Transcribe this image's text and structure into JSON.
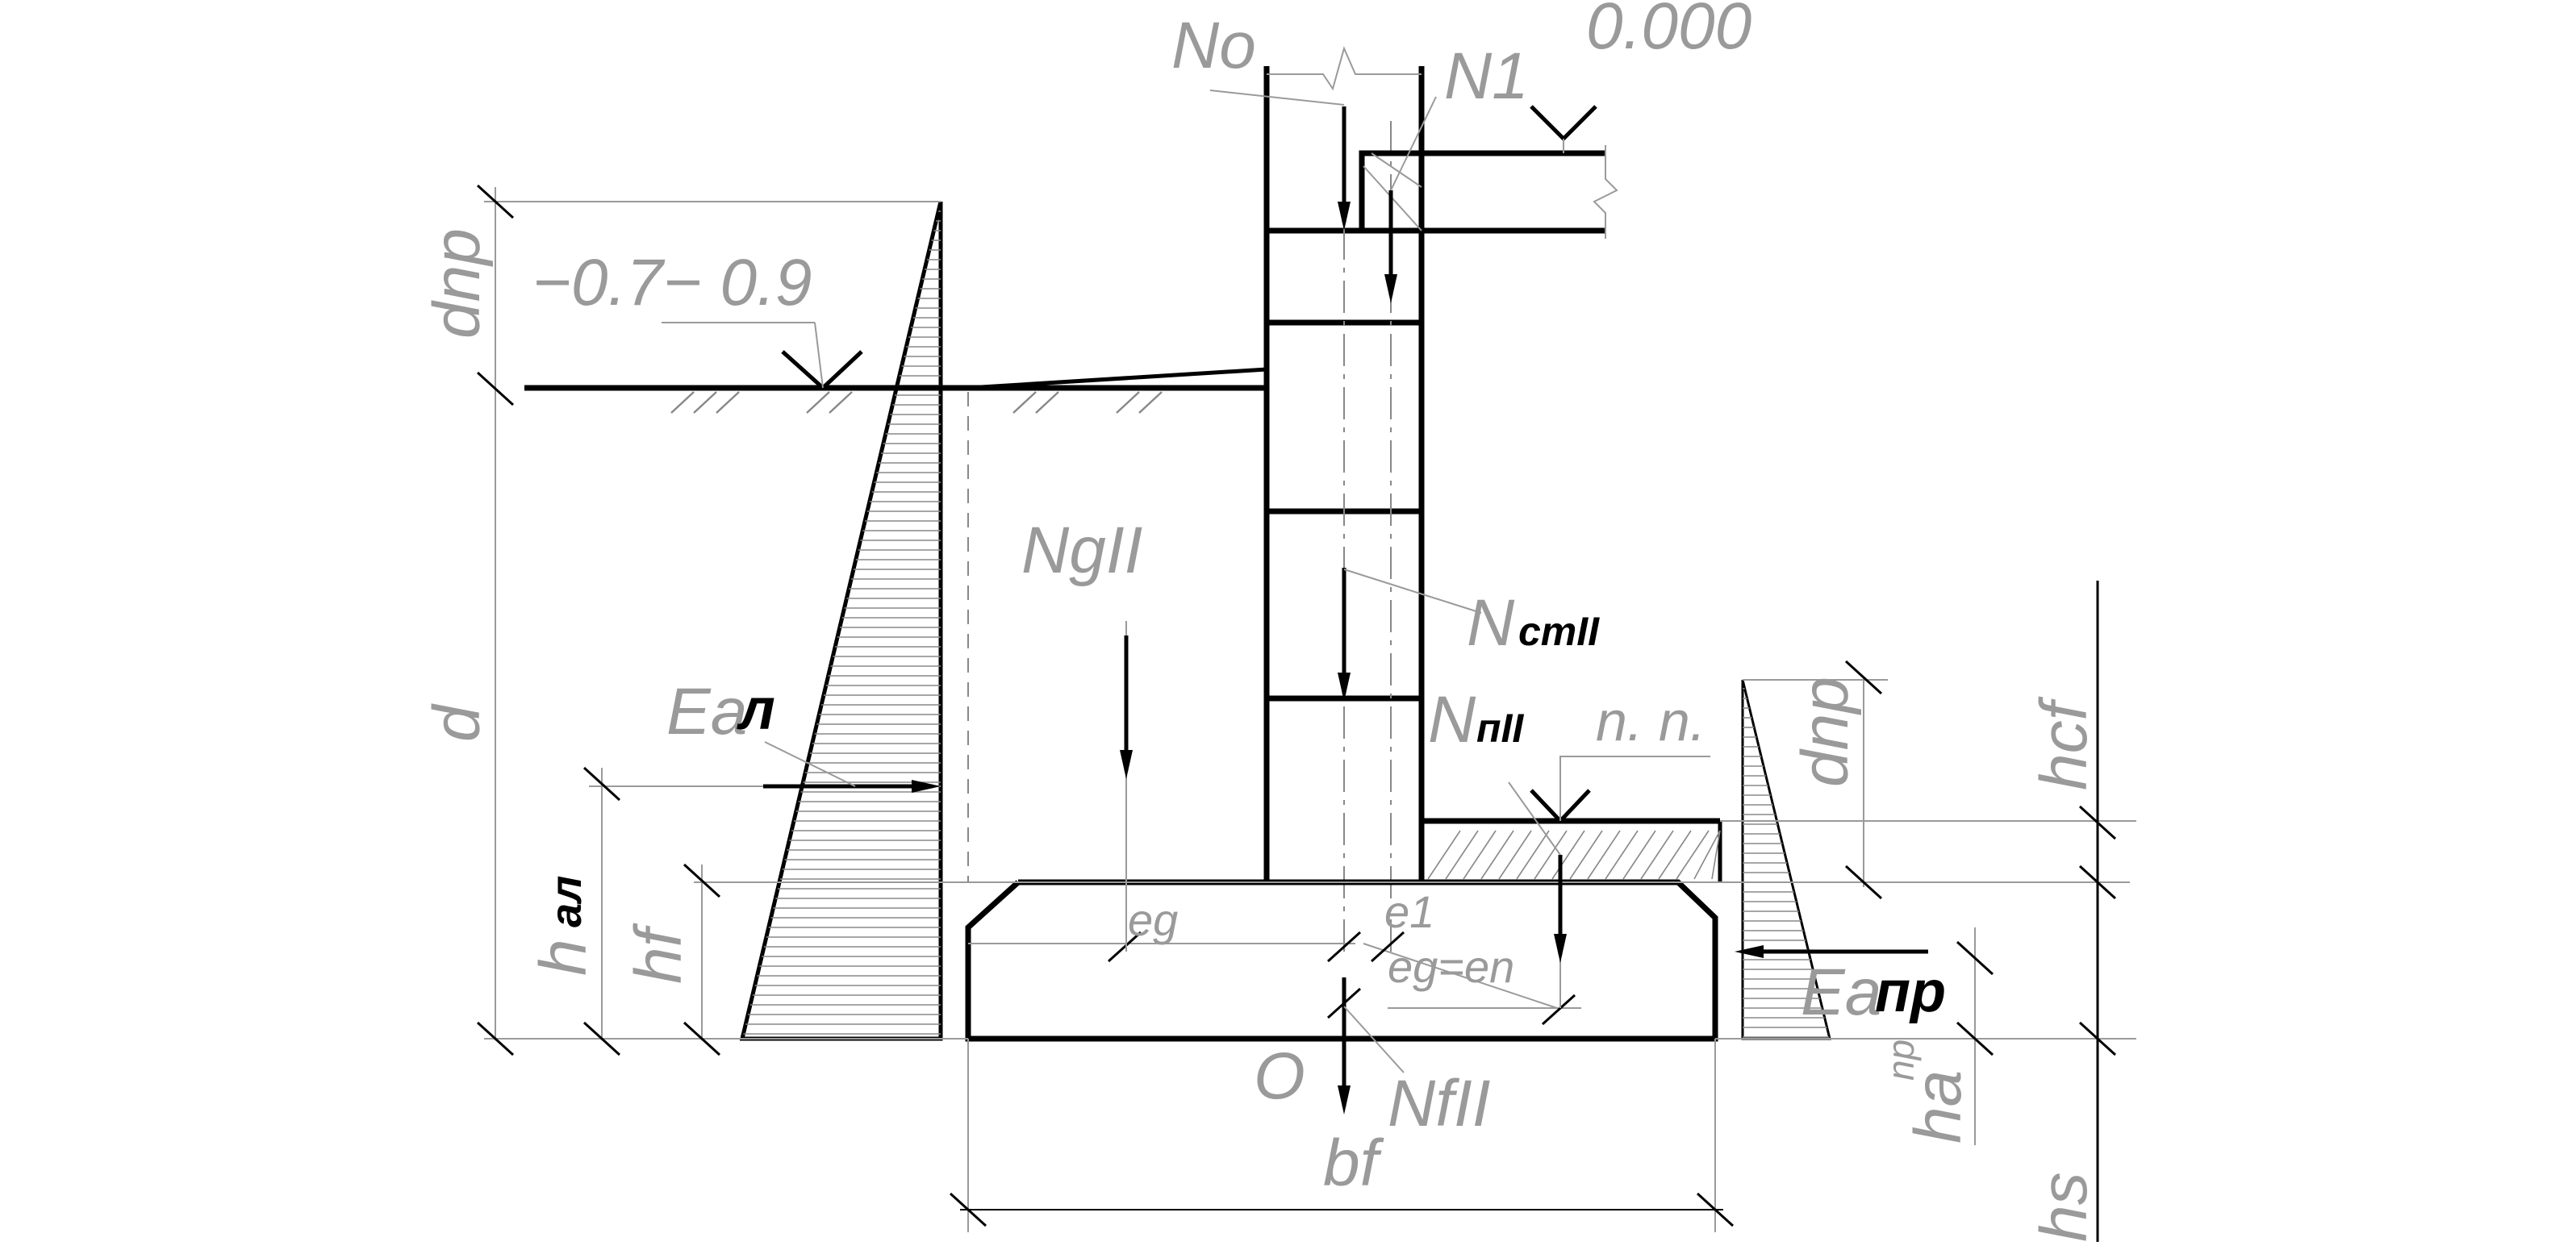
{
  "labels": {
    "level_zero": "0.000",
    "level_ground": "−0.7− 0.9",
    "N0": "No",
    "N1": "N1",
    "d_np_left": "dnp",
    "d": "d",
    "N_gII": "NgII",
    "N_stII_main": "N",
    "N_stII_sub": "стII",
    "E_a_left_main": "Ea",
    "E_a_left_sub": "л",
    "N_pII_main": "N",
    "N_pII_sub": "пII",
    "n_n": "n. n.",
    "d_np_right": "dnp",
    "h_cf": "hcf",
    "h_al_main": "h",
    "h_al_sub": "ал",
    "h_f": "hf",
    "e_g": "eg",
    "e_1": "e1",
    "eg_en": "eg=en",
    "E_a_right_main": "Ea",
    "E_a_right_sub": "пр",
    "O": "O",
    "N_fII": "NfII",
    "h_a_np": "ha",
    "h_a_np_sup": "np",
    "b_f": "bf",
    "h_s": "hs"
  }
}
